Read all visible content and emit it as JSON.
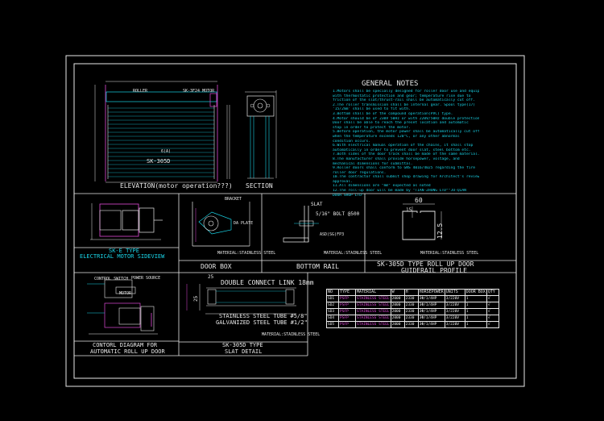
{
  "elevation": {
    "title": "ELEVATION(motor operation???)",
    "label_roller": "ROLLER",
    "label_motor": "SK-3F24 MOTOR",
    "label_slat": "SK-305D",
    "label_code": "6(A)"
  },
  "section": {
    "title": "SECTION"
  },
  "general_notes": {
    "title": "GENERAL NOTES",
    "lines": [
      "1.Motors shall be specially designed for roller door use and equipped",
      "  with thermostatic protection and gear; temperature rise due to",
      "  friction of the slat/thrust-rail shall be automatically cut off.",
      "2.The roller transmission shall be internal gear. Spool type(17)",
      "  '15/2mm' shall be used to fit with.",
      "3.Bottom shall be of the compound operation(PVC) type.",
      "4.Motor should be of 230V 50Hz or with 220V/50Hz double protection.",
      "  Door shall be able to reach the preset location and automatic",
      "  stop in order to protect the motor.",
      "5.Before operation, the motor power shall be automatically cut off",
      "  when the temperature exceeds 120°C, or any other abnormal",
      "  condition occurs.",
      "6.With electrical manual operation of the chains, it shall stop",
      "  automatically in order to prevent door slat, steel bottom etc.",
      "7.Both sides of the door track shall be made of the same material.",
      "8.The manufacturer shall provide horsepower, voltage, and",
      "  mechanical dimensions for submittal.",
      "9.Roller doors shall conform to GNS 4016/4025 regarding the fire",
      "  roller door regulations.",
      "10.The contractor shall submit shop drawing for Architect's review and",
      "  approval.",
      "11.All dimensions are \"mm\" expected as noted",
      "12.The roll-up door will be made by \"TIAN-ZHONG LTD\"\"JU-QIAN",
      "  DOOR SHOP LTD\"."
    ]
  },
  "panels": {
    "sk_e": {
      "title1": "SK-E TYPE",
      "title2": "ELECTRICAL MOTOR SIDEVIEW"
    },
    "door_box": {
      "title": "DOOR BOX",
      "label_bracket": "BRACKET",
      "label_plate": "DA PLATE",
      "label_material": "MATERIAL:STAINLESS STEEL"
    },
    "bottom_rail": {
      "title": "BOTTOM RAIL",
      "label_slat": "SLAT",
      "label_bolt": "5/16\" BOLT @500",
      "label_steel": "ASD(SG)FP3",
      "label_material": "MATERIAL:STAINLESS STEEL"
    },
    "guiderail": {
      "title1": "SK-305D TYPE ROLL UP DOOR",
      "title2": "GUIDERAIL PROFILE",
      "dim_top": "60",
      "dim_left": "15",
      "dim_right": "12.5",
      "label_material": "MATERIAL:STAINLESS STEEL"
    },
    "control": {
      "title1": "CONTORL DIAGRAM FOR",
      "title2": "AUTOMATIC ROLL UP DOOR",
      "label_source": "POWER SOURCE",
      "label_switch": "CONTROL SWITCH",
      "label_motor": "MOTOR"
    },
    "slat": {
      "title1": "SK-305D TYPE",
      "title2": "SLAT DETAIL",
      "label_link": "DOUBLE CONNECT LINK 18mm",
      "label_tube1": "STAINLESS STEEL TUBE #5/8\"",
      "label_tube2": "GALVANIZED STEEL TUBE #1/2\"",
      "dim_top": "25",
      "dim_left": "25",
      "label_material": "MATERIAL:STAINLESS STEEL"
    }
  },
  "schedule": {
    "headers": [
      "NO",
      "TYPE",
      "MATERIAL",
      "W",
      "H",
      "HORSEPOWER",
      "UNITS",
      "DOOR BOX",
      "QTY"
    ],
    "rows": [
      [
        "SD1",
        "PSFP",
        "STAINLESS STEEL",
        "2000",
        "2330",
        "3Φ/1/4HP",
        "3/220V",
        "1",
        "√"
      ],
      [
        "SD2",
        "PSFP",
        "STAINLESS STEEL",
        "2000",
        "2330",
        "3Φ/1/4HP",
        "3/220V",
        "1",
        "√"
      ],
      [
        "SD3",
        "PSFP",
        "STAINLESS STEEL",
        "2000",
        "2330",
        "3Φ/1/4HP",
        "3/220V",
        "1",
        "√"
      ],
      [
        "SD4",
        "PSFP",
        "STAINLESS STEEL",
        "2000",
        "2330",
        "3Φ/1/4HP",
        "3/220V",
        "1",
        "√"
      ],
      [
        "SD5",
        "PSFP",
        "STAINLESS STEEL",
        "2000",
        "2330",
        "3Φ/1/4HP",
        "3/220V",
        "1",
        "√"
      ]
    ]
  },
  "colors": {
    "background": "#000000",
    "frame": "#e8e8e8",
    "text": "#19d3e6",
    "accent": "#e04ad8",
    "highlight": "#e0e040"
  }
}
